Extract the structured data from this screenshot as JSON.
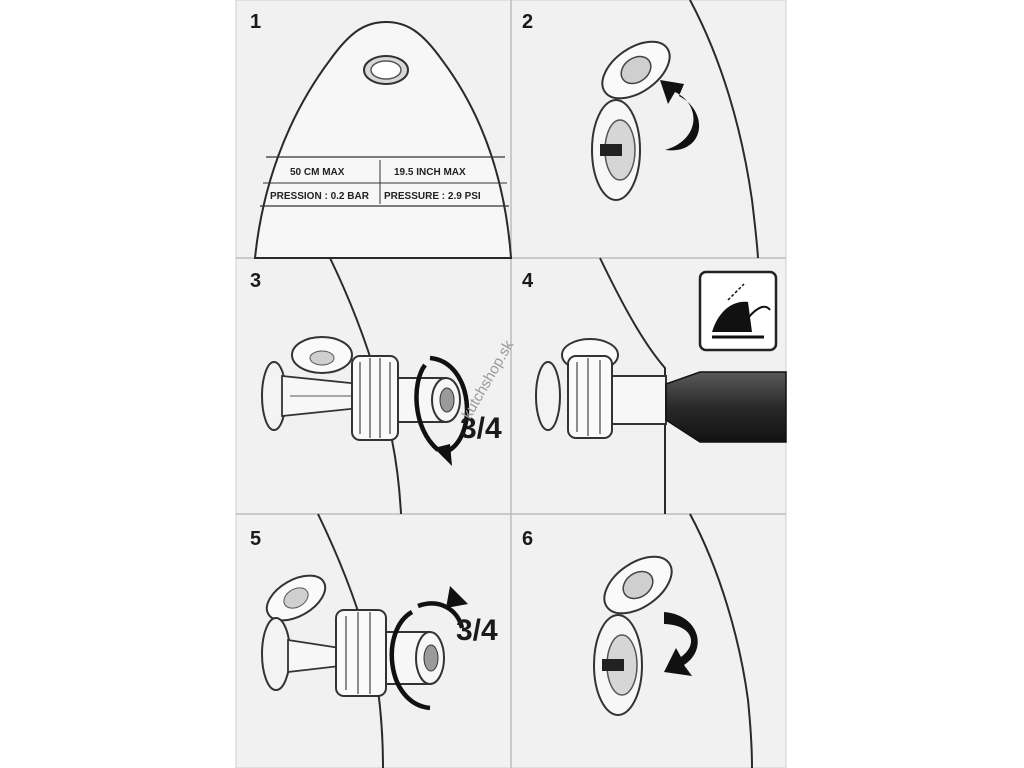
{
  "steps": [
    {
      "number": "1"
    },
    {
      "number": "2"
    },
    {
      "number": "3"
    },
    {
      "number": "4"
    },
    {
      "number": "5"
    },
    {
      "number": "6"
    }
  ],
  "fender_label": {
    "size_metric": "50 CM MAX",
    "size_imperial": "19.5 INCH MAX",
    "pressure_metric": "PRESSION : 0.2 BAR",
    "pressure_imperial": "PRESSURE : 2.9 PSI"
  },
  "rotation": {
    "open_amount": "3/4",
    "close_amount": "3/4"
  },
  "watermark": "kutchshop.sk",
  "icons": {
    "step2": "valve-cap-open-arrow-icon",
    "step3": "valve-unscrew-arrow-icon",
    "step4": "inflator-pump-icon",
    "step5": "valve-screw-arrow-icon",
    "step6": "valve-cap-close-arrow-icon"
  }
}
